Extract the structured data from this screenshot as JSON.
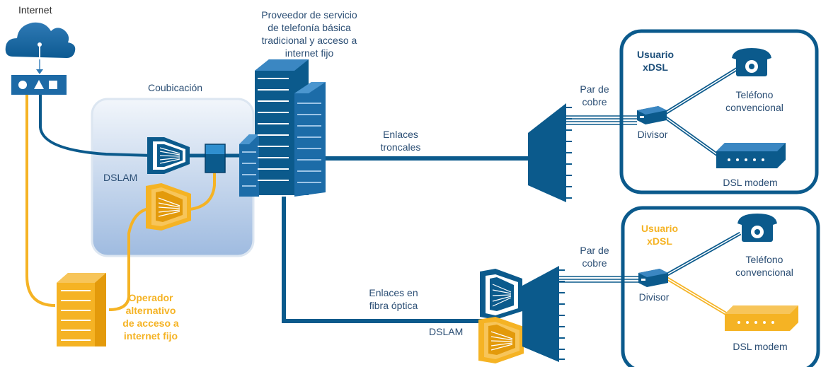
{
  "labels": {
    "internet": "Internet",
    "coubicacion": "Coubicación",
    "dslam_top": "DSLAM",
    "provider_1": "Proveedor de servicio",
    "provider_2": "de telefonía básica",
    "provider_3": "tradicional y acceso a",
    "provider_4": "internet fijo",
    "enlaces_troncales_1": "Enlaces",
    "enlaces_troncales_2": "troncales",
    "par_cobre_top_1": "Par de",
    "par_cobre_top_2": "cobre",
    "usuario_top_1": "Usuario",
    "usuario_top_2": "xDSL",
    "telefono_top_1": "Teléfono",
    "telefono_top_2": "convencional",
    "divisor_top": "Divisor",
    "dsl_modem_top": "DSL modem",
    "enlaces_fibra_1": "Enlaces en",
    "enlaces_fibra_2": "fibra óptica",
    "dslam_bottom": "DSLAM",
    "par_cobre_bottom_1": "Par de",
    "par_cobre_bottom_2": "cobre",
    "usuario_bottom_1": "Usuario",
    "usuario_bottom_2": "xDSL",
    "telefono_bottom_1": "Teléfono",
    "telefono_bottom_2": "convencional",
    "divisor_bottom": "Divisor",
    "dsl_modem_bottom": "DSL modem",
    "operador_1": "Operador",
    "operador_2": "alternativo",
    "operador_3": "de acceso a",
    "operador_4": "internet fijo"
  },
  "colors": {
    "primary_blue": "#0b5a8c",
    "alternative_orange": "#f5b324",
    "coubicacion_bg": "#b9cfe6"
  }
}
